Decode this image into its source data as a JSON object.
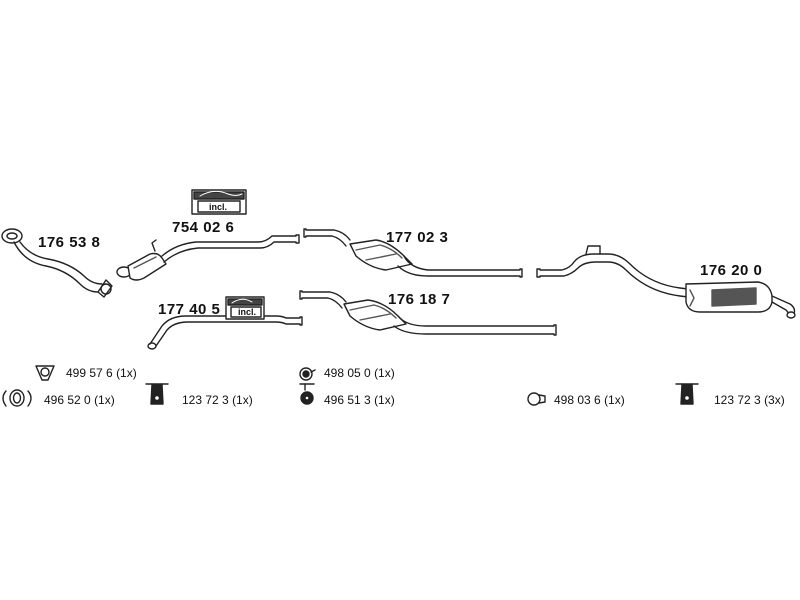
{
  "parts": [
    {
      "number": "176 53 8",
      "icon": "front-pipe-icon"
    },
    {
      "number": "754 02 6",
      "icon": "catalytic-converter-icon",
      "kit_label": "incl."
    },
    {
      "number": "177 40 5",
      "icon": "intermediate-pipe-icon",
      "kit_label": "incl."
    },
    {
      "number": "177 02 3",
      "icon": "centre-silencer-icon"
    },
    {
      "number": "176 18 7",
      "icon": "centre-silencer-icon"
    },
    {
      "number": "176 20 0",
      "icon": "rear-silencer-icon"
    }
  ],
  "accessories": [
    {
      "number": "499 57 6",
      "qty": "(1x)",
      "icon": "flange-gasket-icon"
    },
    {
      "number": "496 52 0",
      "qty": "(1x)",
      "icon": "pipe-clamp-icon"
    },
    {
      "number": "123 72 3",
      "qty": "(1x)",
      "icon": "rubber-mount-icon"
    },
    {
      "number": "498 05 0",
      "qty": "(1x)",
      "icon": "seal-ring-icon"
    },
    {
      "number": "496 51 3",
      "qty": "(1x)",
      "icon": "mounting-bracket-icon"
    },
    {
      "number": "498 03 6",
      "qty": "(1x)",
      "icon": "seal-ring-icon"
    },
    {
      "number": "123 72 3",
      "qty": "(3x)",
      "icon": "rubber-mount-icon"
    }
  ],
  "colors": {
    "line": "#222222",
    "fill": "#ffffff",
    "shade": "#555555"
  }
}
